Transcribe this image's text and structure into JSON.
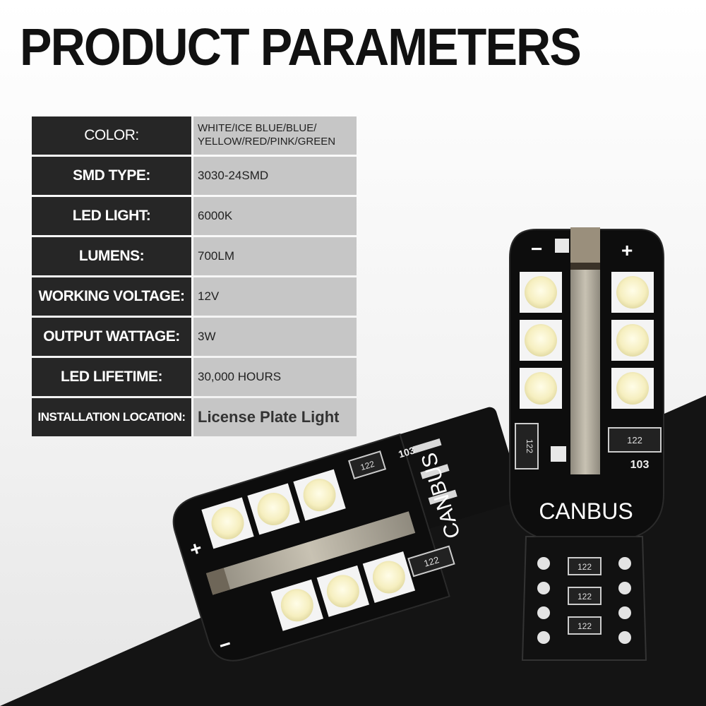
{
  "title": "PRODUCT PARAMETERS",
  "parameters": [
    {
      "label": "COLOR:",
      "value_lines": [
        "WHITE/ICE BLUE/BLUE/",
        "YELLOW/RED/PINK/GREEN"
      ]
    },
    {
      "label": "SMD TYPE:",
      "value": "3030-24SMD"
    },
    {
      "label": "LED LIGHT:",
      "value": "6000K"
    },
    {
      "label": "LUMENS:",
      "value": "700LM"
    },
    {
      "label": "WORKING VOLTAGE:",
      "value": "12V"
    },
    {
      "label": "OUTPUT WATTAGE:",
      "value": "3W"
    },
    {
      "label": "LED LIFETIME:",
      "value": "30,000 HOURS"
    },
    {
      "label": "INSTALLATION LOCATION:",
      "value": "License Plate Light"
    }
  ],
  "bulb_markings": {
    "brand": "CANBUS",
    "resistor_code_a": "122",
    "resistor_code_b": "103",
    "plus": "+",
    "minus": "−"
  },
  "colors": {
    "background_light": "#f3f3f3",
    "background_dark": "#141414",
    "label_cell": "#262626",
    "value_cell": "#c6c6c6",
    "led_chip": "#fbf6d6",
    "pcb": "#0d0d0d"
  }
}
